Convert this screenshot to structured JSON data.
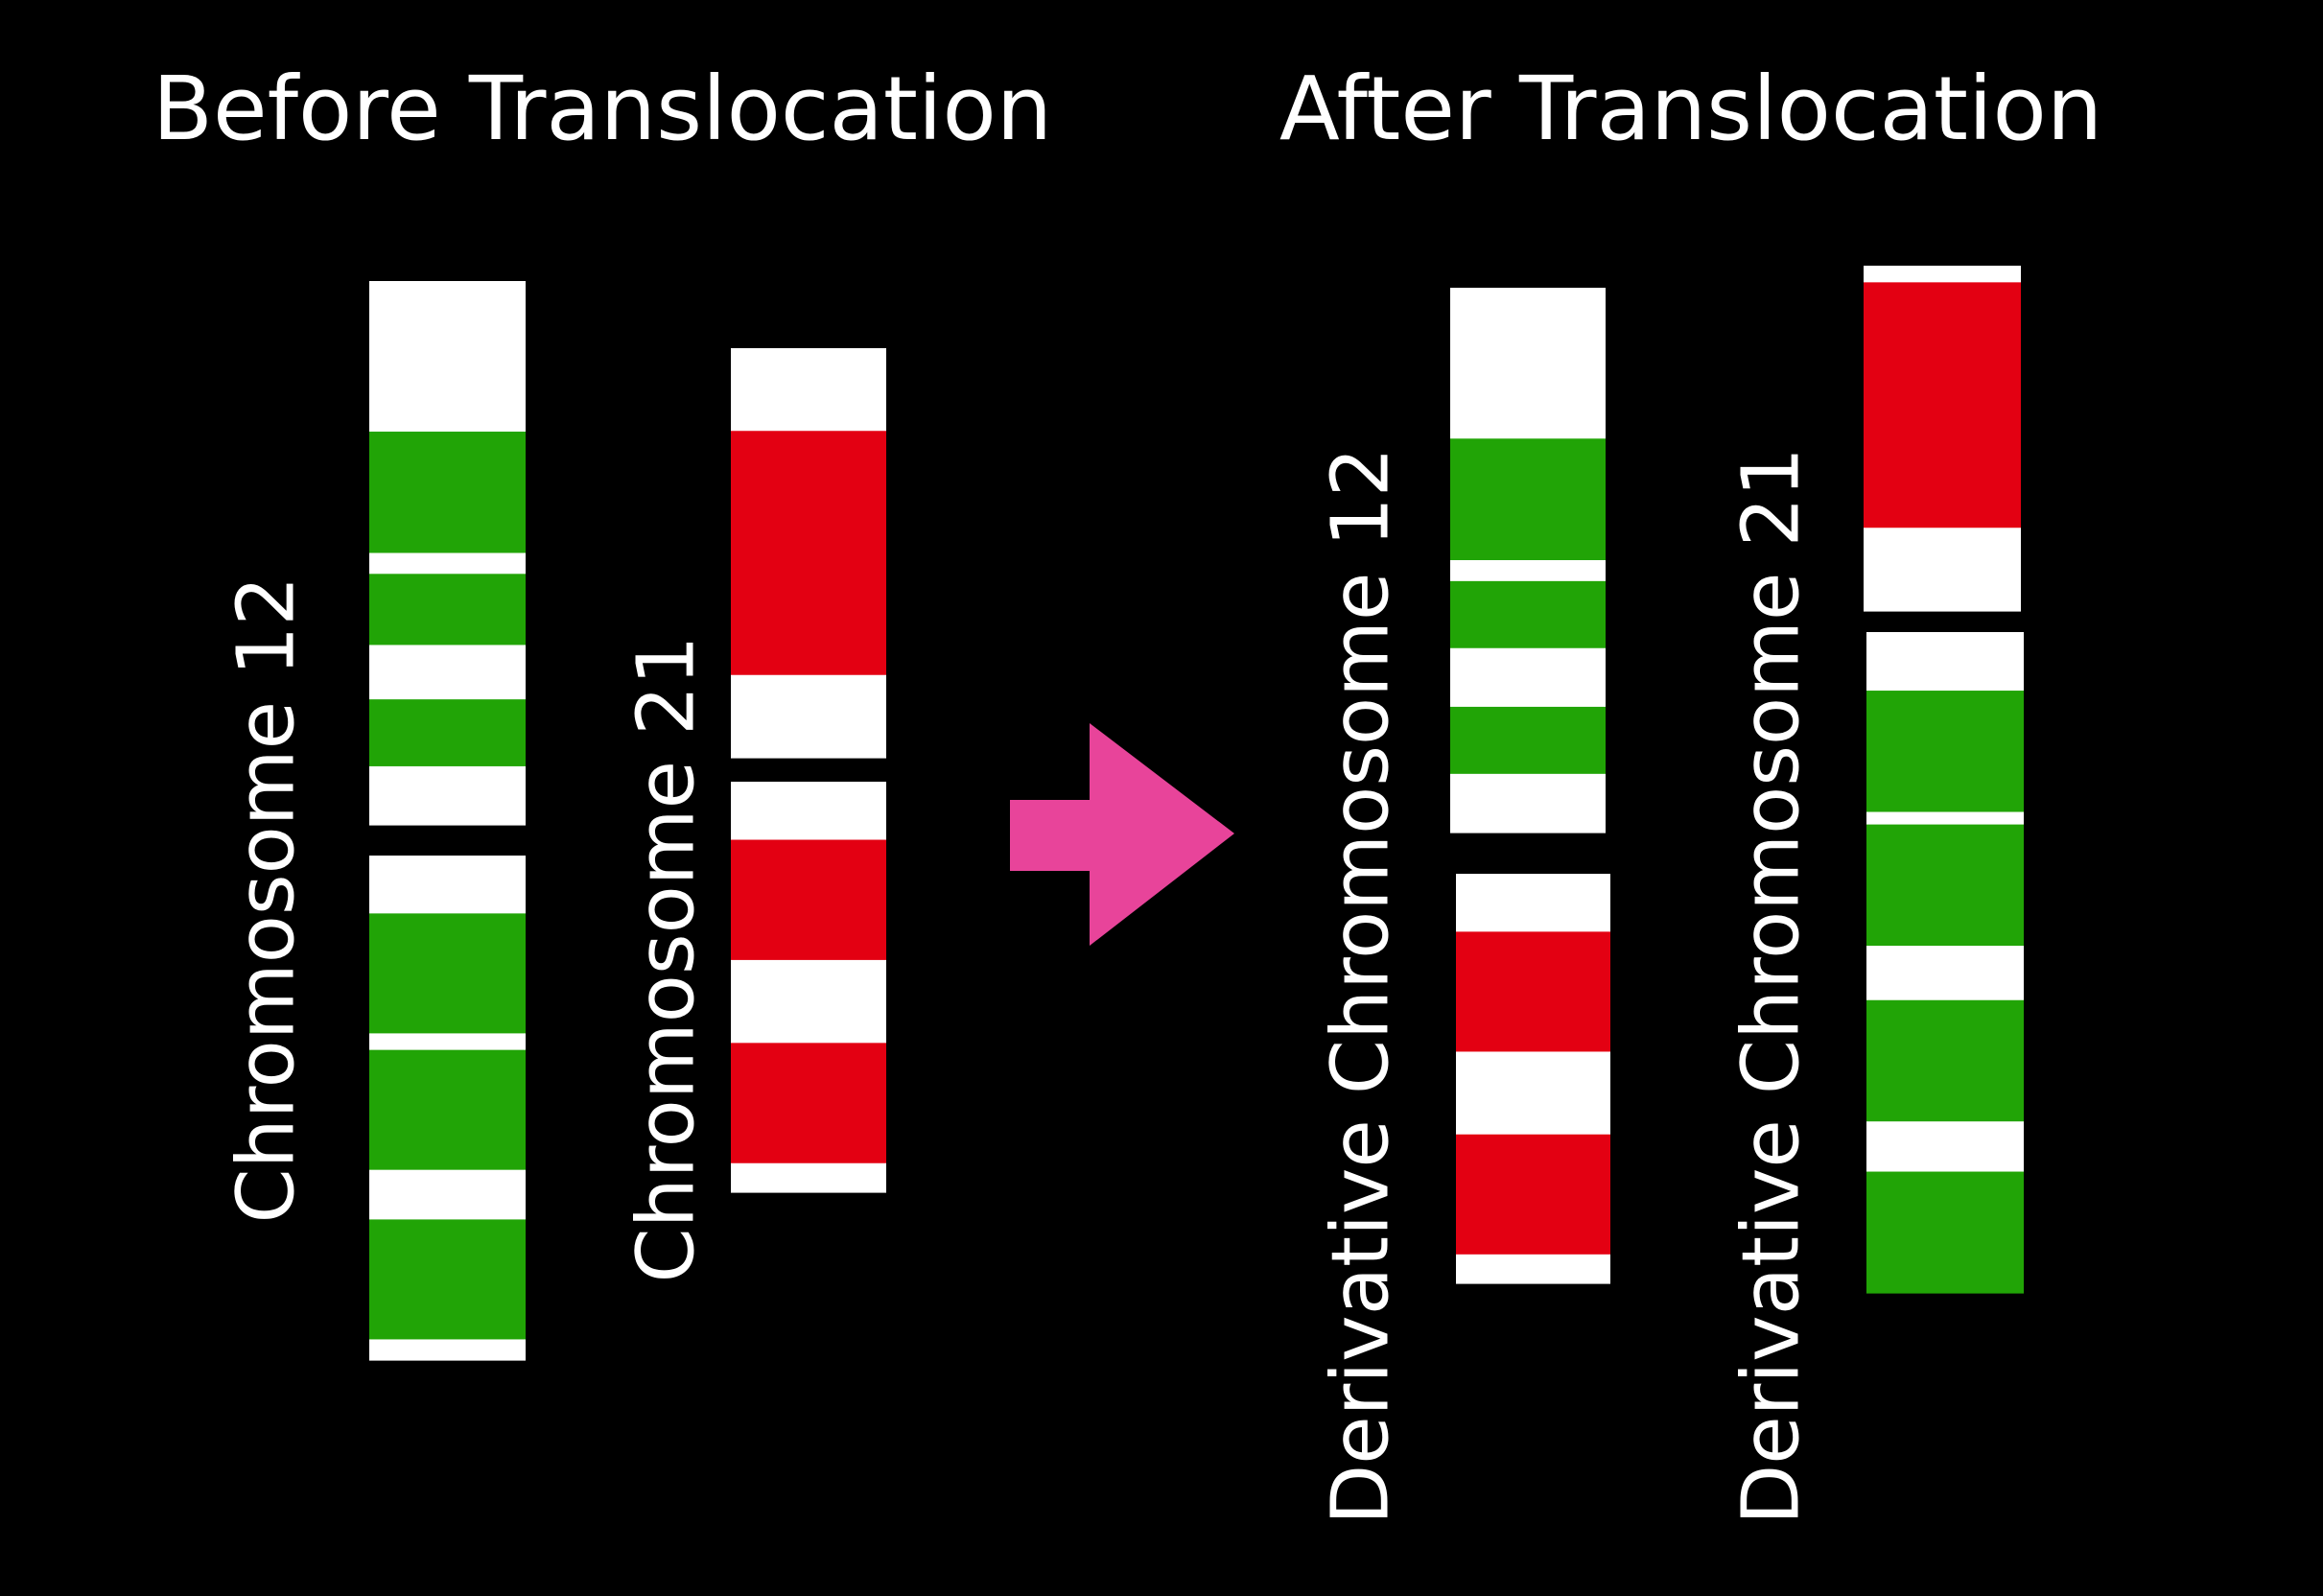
{
  "titles": {
    "before": "Before Translocation",
    "after": "After Translocation"
  },
  "colors": {
    "background": "#000000",
    "white_band": "#ffffff",
    "green_band": "#21a406",
    "red_band": "#e30012",
    "arrow": "#e8449a"
  },
  "chromosomes": [
    {
      "id": "chr12",
      "label": "Chromosome 12",
      "arms": [
        {
          "bands": [
            [
              "white",
              3.6
            ],
            [
              "green",
              2.9
            ],
            [
              "white",
              0.5
            ],
            [
              "green",
              1.7
            ],
            [
              "white",
              1.3
            ],
            [
              "green",
              1.6
            ],
            [
              "white",
              1.4
            ]
          ]
        },
        {
          "bands": [
            [
              "white",
              1.4
            ],
            [
              "green",
              2.9
            ],
            [
              "white",
              0.4
            ],
            [
              "green",
              2.9
            ],
            [
              "white",
              1.2
            ],
            [
              "green",
              2.9
            ],
            [
              "white",
              0.5
            ]
          ]
        }
      ]
    },
    {
      "id": "chr21",
      "label": "Chromosome 21",
      "arms": [
        {
          "bands": [
            [
              "white",
              2.0
            ],
            [
              "red",
              5.9
            ],
            [
              "white",
              2.0
            ]
          ]
        },
        {
          "bands": [
            [
              "white",
              1.4
            ],
            [
              "red",
              2.9
            ],
            [
              "white",
              2.0
            ],
            [
              "red",
              2.9
            ],
            [
              "white",
              0.7
            ]
          ]
        }
      ]
    },
    {
      "id": "der12",
      "label": "Derivative Chromosome 12",
      "arms": [
        {
          "bands": [
            [
              "white",
              3.6
            ],
            [
              "green",
              2.9
            ],
            [
              "white",
              0.5
            ],
            [
              "green",
              1.6
            ],
            [
              "white",
              1.4
            ],
            [
              "green",
              1.6
            ],
            [
              "white",
              1.4
            ]
          ]
        },
        {
          "bands": [
            [
              "white",
              1.4
            ],
            [
              "red",
              2.9
            ],
            [
              "white",
              2.0
            ],
            [
              "red",
              2.9
            ],
            [
              "white",
              0.7
            ]
          ]
        }
      ]
    },
    {
      "id": "der21",
      "label": "Derivative Chromosome 21",
      "arms": [
        {
          "bands": [
            [
              "white",
              0.4
            ],
            [
              "red",
              5.9
            ],
            [
              "white",
              2.0
            ]
          ]
        },
        {
          "bands": [
            [
              "white",
              1.4
            ],
            [
              "green",
              2.9
            ],
            [
              "white",
              0.3
            ],
            [
              "green",
              2.9
            ],
            [
              "white",
              1.3
            ],
            [
              "green",
              2.9
            ],
            [
              "white",
              1.2
            ],
            [
              "green",
              2.9
            ]
          ]
        }
      ]
    }
  ],
  "arrow": {
    "icon": "right-arrow-icon"
  }
}
